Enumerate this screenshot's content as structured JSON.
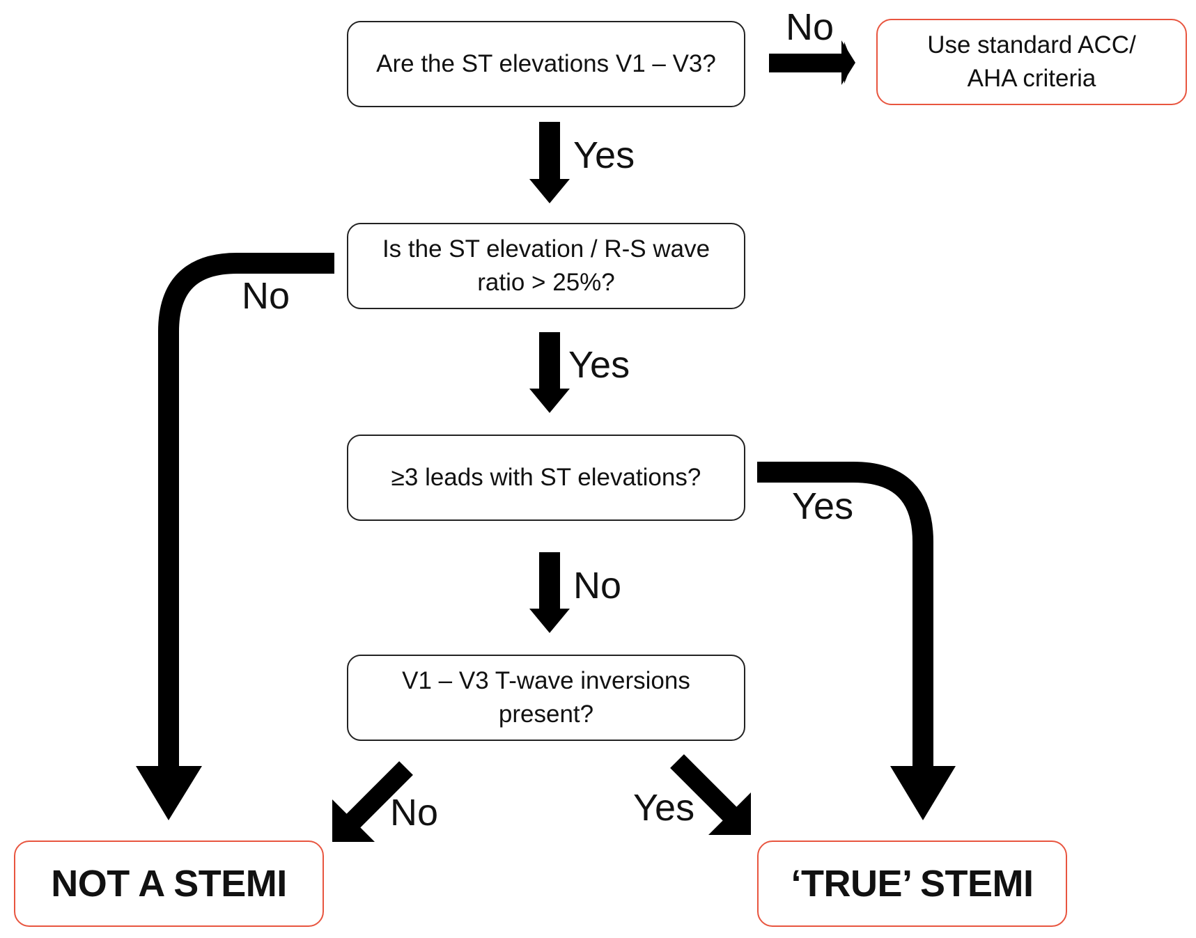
{
  "questions": {
    "q1": "Are the ST elevations V1 – V3?",
    "q2_line1": "Is the ST elevation / R-S wave",
    "q2_line2": "ratio > 25%?",
    "q3": "≥3 leads with ST elevations?",
    "q4_line1": "V1 – V3 T-wave inversions",
    "q4_line2": "present?"
  },
  "outcomes": {
    "standard_line1": "Use standard ACC/",
    "standard_line2": "AHA criteria",
    "not_stemi": "NOT A STEMI",
    "true_stemi": "‘TRUE’ STEMI"
  },
  "labels": {
    "q1_no": "No",
    "q1_yes": "Yes",
    "q2_no": "No",
    "q2_yes": "Yes",
    "q3_yes": "Yes",
    "q3_no": "No",
    "q4_no": "No",
    "q4_yes": "Yes"
  },
  "colors": {
    "question_border": "#222222",
    "outcome_border": "#e8553f",
    "arrow": "#000000"
  }
}
